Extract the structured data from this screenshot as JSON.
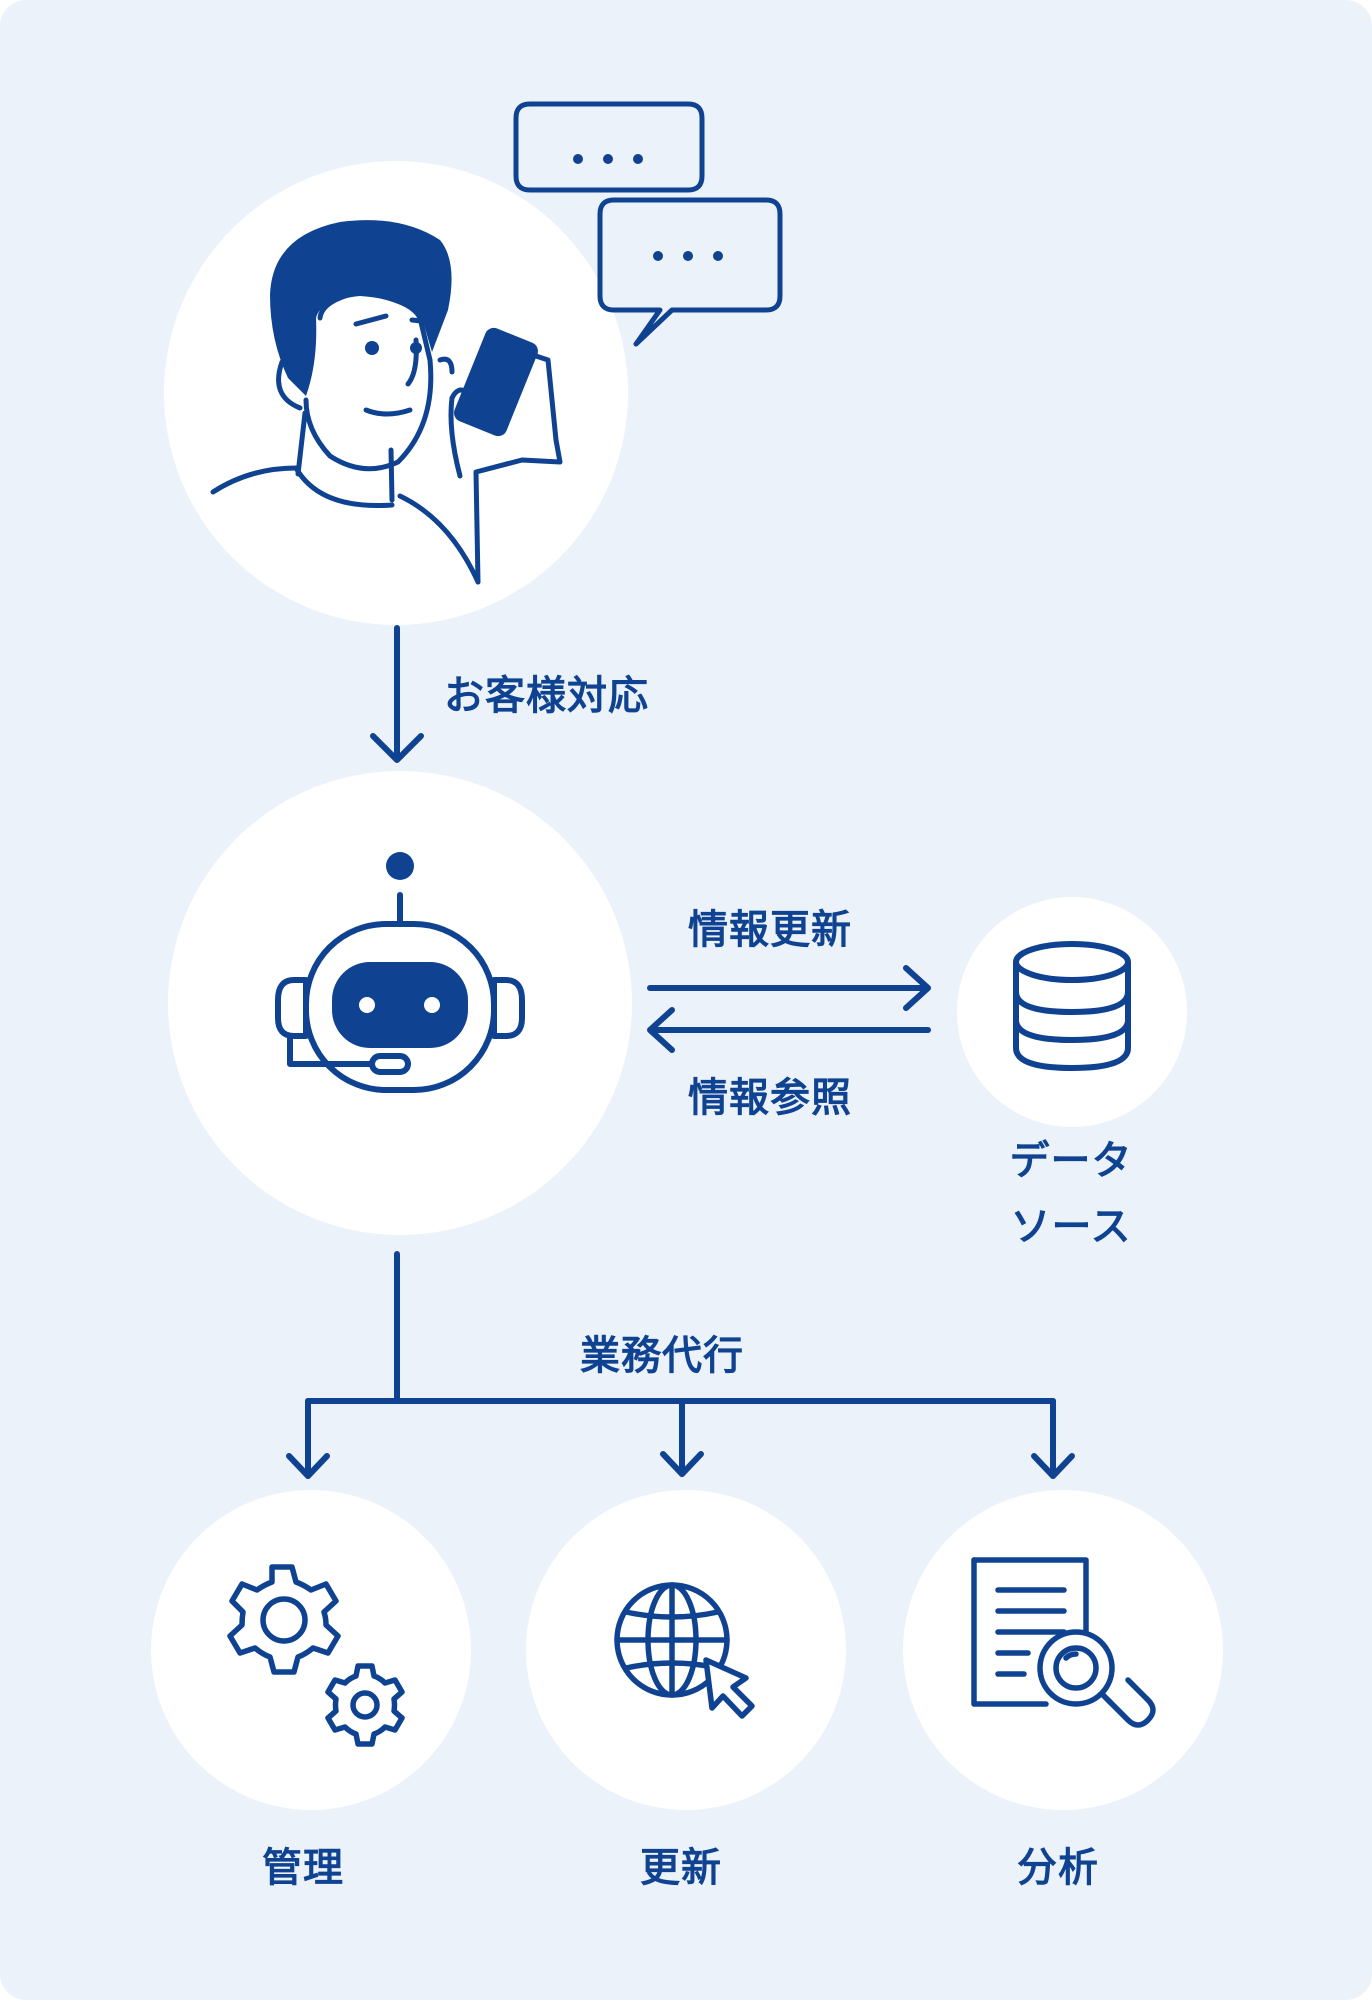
{
  "theme": {
    "background": "#ecf2fa",
    "circle_fill": "#ffffff",
    "accent": "#0f4391"
  },
  "nodes": {
    "customer": {
      "icon": "person-on-phone-icon",
      "chat_icon": "speech-bubbles-icon",
      "chat_text": "・・・"
    },
    "bot": {
      "icon": "robot-headset-icon"
    },
    "datasource": {
      "icon": "database-icon",
      "label_line1": "データ",
      "label_line2": "ソース"
    },
    "manage": {
      "icon": "gears-icon",
      "label": "管理"
    },
    "update": {
      "icon": "globe-cursor-icon",
      "label": "更新"
    },
    "analyze": {
      "icon": "document-magnifier-icon",
      "label": "分析"
    }
  },
  "edges": {
    "customer_to_bot": "お客様対応",
    "bot_to_datasource": "情報更新",
    "datasource_to_bot": "情報参照",
    "bot_to_tasks": "業務代行"
  }
}
